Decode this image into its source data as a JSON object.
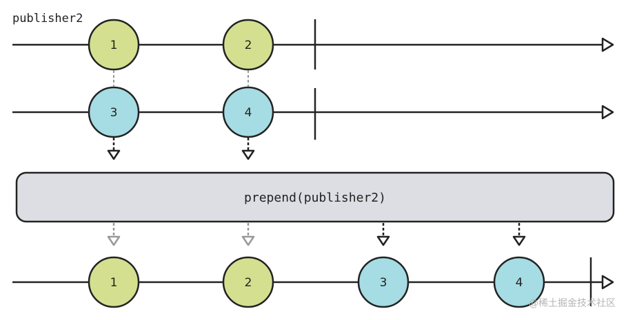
{
  "diagram": {
    "stream_label": "publisher2",
    "operator_label": "prepend(publisher2)",
    "watermark": "@稀土掘金技术社区",
    "colors": {
      "green": "#d4e08f",
      "blue": "#a6dce3",
      "operator_fill": "#dcdee3",
      "line": "#222222",
      "faded": "#999999"
    },
    "rows": [
      {
        "name": "publisher2-row",
        "marbles": [
          {
            "value": "1",
            "color": "green"
          },
          {
            "value": "2",
            "color": "green"
          }
        ],
        "completed": true
      },
      {
        "name": "upstream-row",
        "marbles": [
          {
            "value": "3",
            "color": "blue"
          },
          {
            "value": "4",
            "color": "blue"
          }
        ],
        "completed": true
      },
      {
        "name": "output-row",
        "marbles": [
          {
            "value": "1",
            "color": "green"
          },
          {
            "value": "2",
            "color": "green"
          },
          {
            "value": "3",
            "color": "blue"
          },
          {
            "value": "4",
            "color": "blue"
          }
        ],
        "completed": true
      }
    ],
    "input_arrows": [
      {
        "from_value": "3"
      },
      {
        "from_value": "4"
      }
    ],
    "output_arrows": [
      {
        "to_value": "1",
        "faded": true
      },
      {
        "to_value": "2",
        "faded": true
      },
      {
        "to_value": "3",
        "faded": false
      },
      {
        "to_value": "4",
        "faded": false
      }
    ]
  }
}
